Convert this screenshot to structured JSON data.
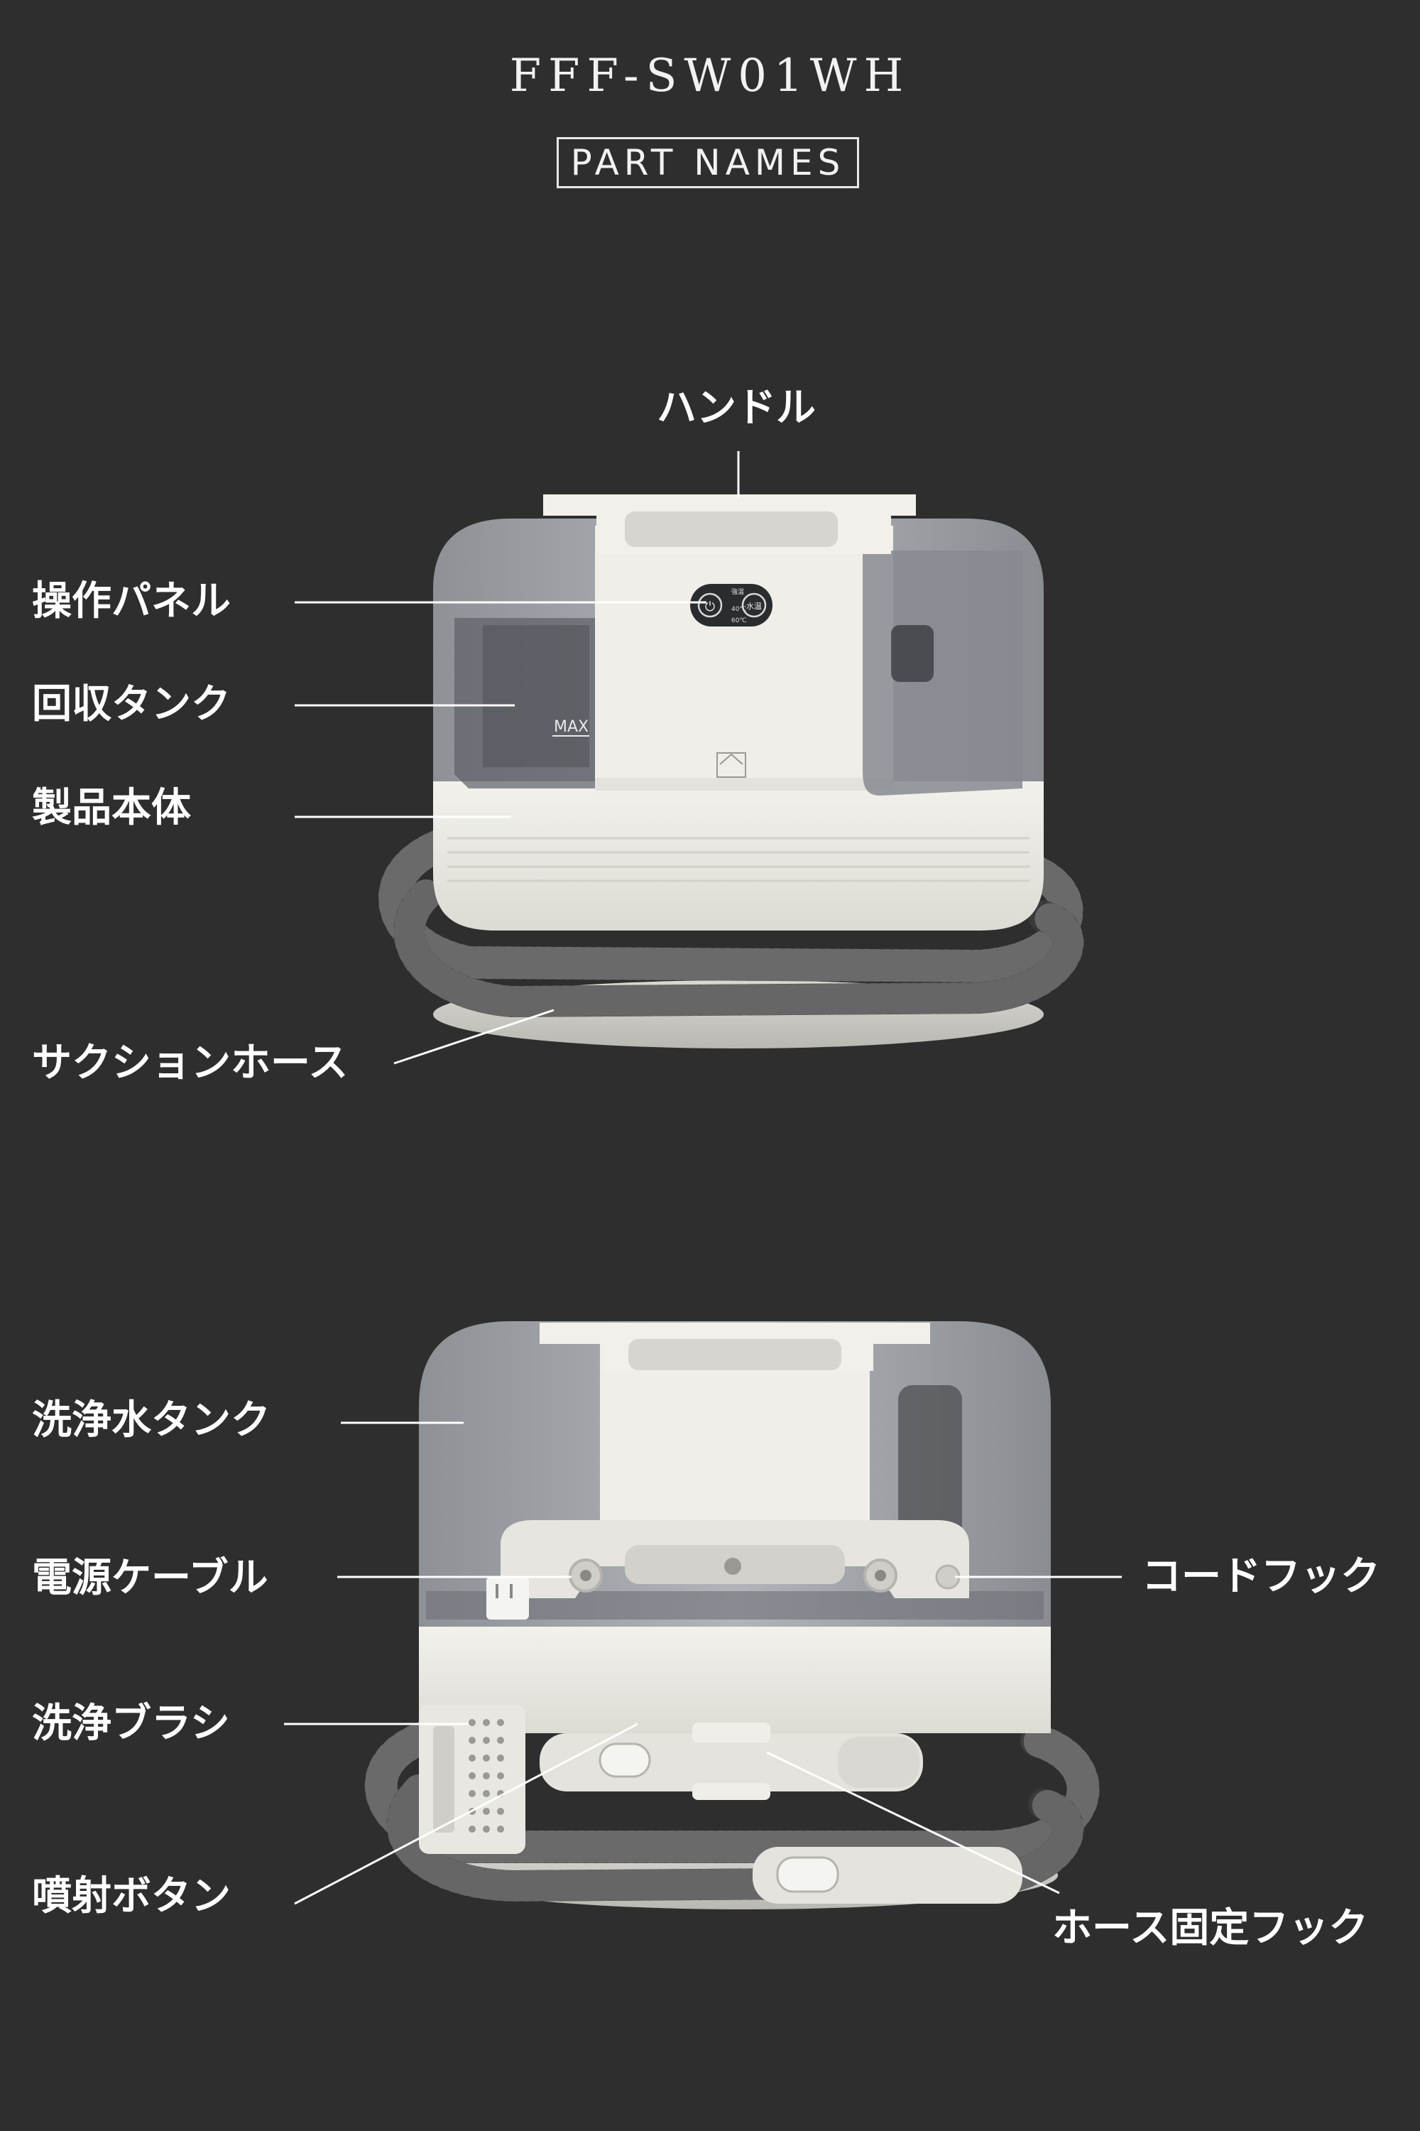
{
  "header": {
    "model": "FFF-SW01WH",
    "section": "PART NAMES"
  },
  "product_text": {
    "max_mark": "MAX",
    "panel_power": "⏻",
    "panel_t1": "40℃",
    "panel_t2": "60℃",
    "panel_mode": "水温",
    "panel_top": "強温"
  },
  "top_labels": {
    "handle": "ハンドル",
    "panel": "操作パネル",
    "recovery_tank": "回収タンク",
    "body": "製品本体",
    "suction_hose": "サクションホース"
  },
  "bottom_labels": {
    "water_tank": "洗浄水タンク",
    "power_cable": "電源ケーブル",
    "cord_hook": "コードフック",
    "brush": "洗浄ブラシ",
    "spray_button": "噴射ボタン",
    "hose_hook": "ホース固定フック"
  },
  "colors": {
    "background": "#2e2e2e",
    "body_white": "#ecebe4",
    "tank_gray": "#8d9096",
    "hose": "#4a4a4a"
  }
}
